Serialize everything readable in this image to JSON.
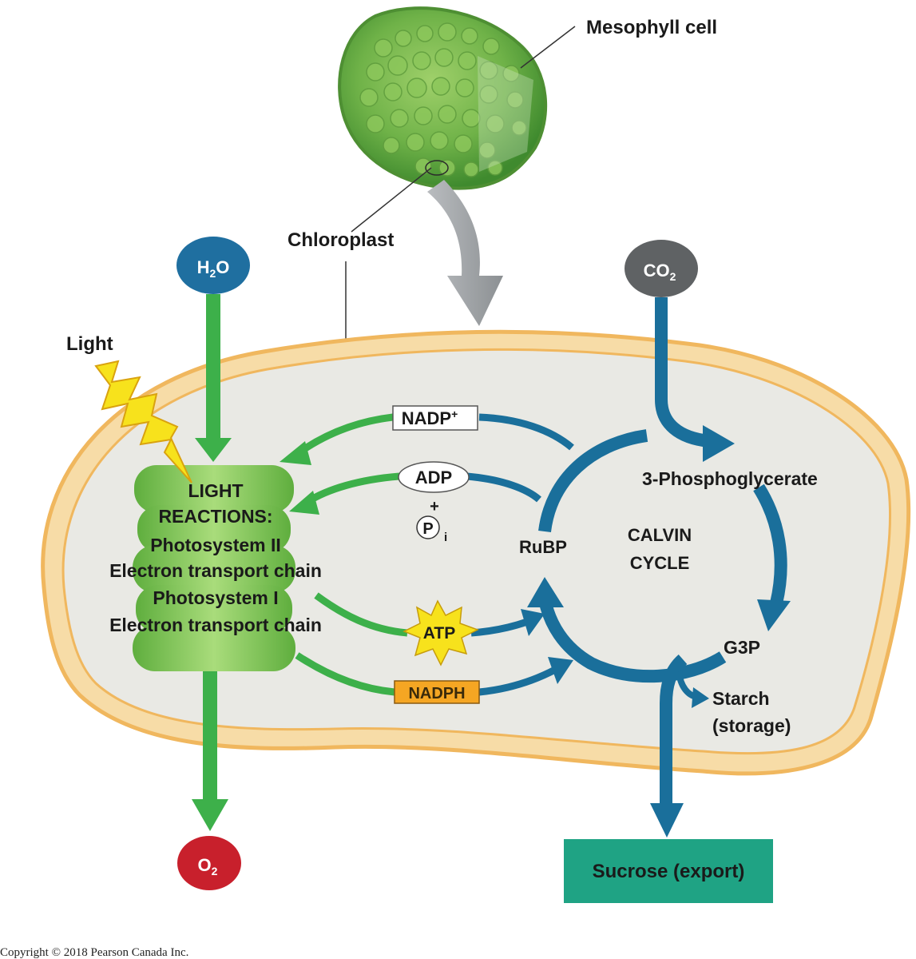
{
  "labels": {
    "mesophyll_cell": "Mesophyll cell",
    "chloroplast": "Chloroplast",
    "light": "Light",
    "h2o_main": "H",
    "h2o_sub": "2",
    "h2o_tail": "O",
    "co2_main": "CO",
    "co2_sub": "2",
    "o2_main": "O",
    "o2_sub": "2",
    "light_reactions": [
      "LIGHT",
      "REACTIONS:",
      "Photosystem II",
      "Electron transport chain",
      "Photosystem I",
      "Electron transport chain"
    ],
    "nadp_main": "NADP",
    "nadp_sup": "+",
    "adp": "ADP",
    "plus": "+",
    "pi_circle": "P",
    "pi_sub": "i",
    "atp": "ATP",
    "nadph": "NADPH",
    "rubp": "RuBP",
    "calvin_cycle": [
      "CALVIN",
      "CYCLE"
    ],
    "phosphoglycerate": "3-Phosphoglycerate",
    "g3p": "G3P",
    "starch": [
      "Starch",
      "(storage)"
    ],
    "sucrose": "Sucrose (export)",
    "copyright": "Copyright © 2018 Pearson Canada Inc."
  },
  "colors": {
    "green_arrow": "#3db04a",
    "blue_arrow": "#1a6f9b",
    "h2o_oval": "#1f6fa0",
    "co2_oval": "#5f6264",
    "o2_oval": "#c8202c",
    "sucrose_box": "#1fa384",
    "atp_star": "#f7e21c",
    "nadph_box": "#f5a623",
    "stroma": "#e9e9e4",
    "envelope": "#f4c98b"
  },
  "icons": [
    "light-bolt-icon",
    "mesophyll-cell-image",
    "thylakoid-stack-image"
  ]
}
